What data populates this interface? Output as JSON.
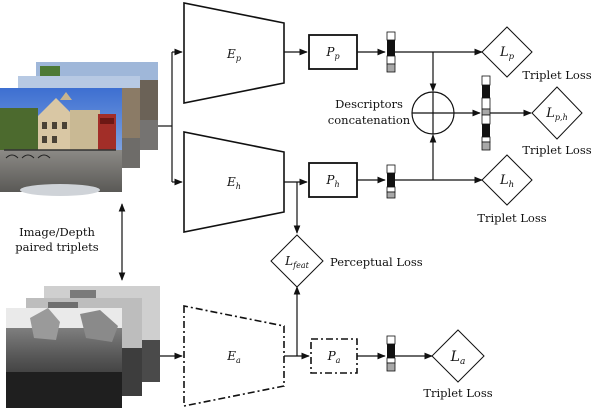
{
  "encoders": {
    "photo": "E",
    "photo_sub": "p",
    "hybrid": "E",
    "hybrid_sub": "h",
    "depth": "E",
    "depth_sub": "a"
  },
  "projections": {
    "photo": "P",
    "photo_sub": "p",
    "hybrid": "P",
    "hybrid_sub": "h",
    "depth": "P",
    "depth_sub": "a"
  },
  "losses": {
    "lp": "L",
    "lp_sub": "p",
    "lh": "L",
    "lh_sub": "h",
    "lph": "L",
    "lph_sub": "p,h",
    "la": "L",
    "la_sub": "a",
    "lfeat": "L",
    "lfeat_sub": "feat"
  },
  "labels": {
    "triplet_loss_1": "Triplet Loss",
    "triplet_loss_2": "Triplet Loss",
    "triplet_loss_3": "Triplet Loss",
    "triplet_loss_4": "Triplet Loss",
    "perceptual_loss": "Perceptual Loss",
    "descriptors_line1": "Descriptors",
    "descriptors_line2": "concatenation",
    "pairs_line1": "Image/Depth",
    "pairs_line2": "paired triplets"
  },
  "colors": {
    "line": "#111111",
    "descriptor_dark": "#111111",
    "descriptor_gray": "#a8a8a8",
    "descriptor_white": "#ffffff"
  }
}
